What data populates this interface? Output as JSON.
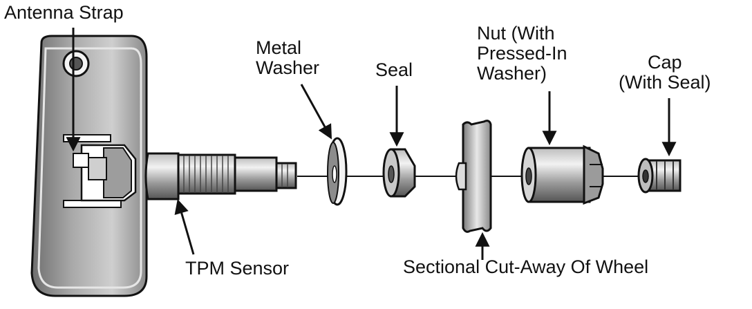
{
  "labels": {
    "antenna_strap": "Antenna Strap",
    "metal_washer": "Metal\nWasher",
    "seal": "Seal",
    "nut": "Nut (With\nPressed-In\nWasher)",
    "cap": "Cap\n(With Seal)",
    "tpm_sensor": "TPM Sensor",
    "sectional_cutaway": "Sectional Cut-Away Of Wheel"
  },
  "colors": {
    "stroke": "#111111",
    "body_fill": "#8f8f8f",
    "light_fill": "#d6d6d6",
    "dark_fill": "#5a5a5a",
    "background": "#ffffff"
  }
}
